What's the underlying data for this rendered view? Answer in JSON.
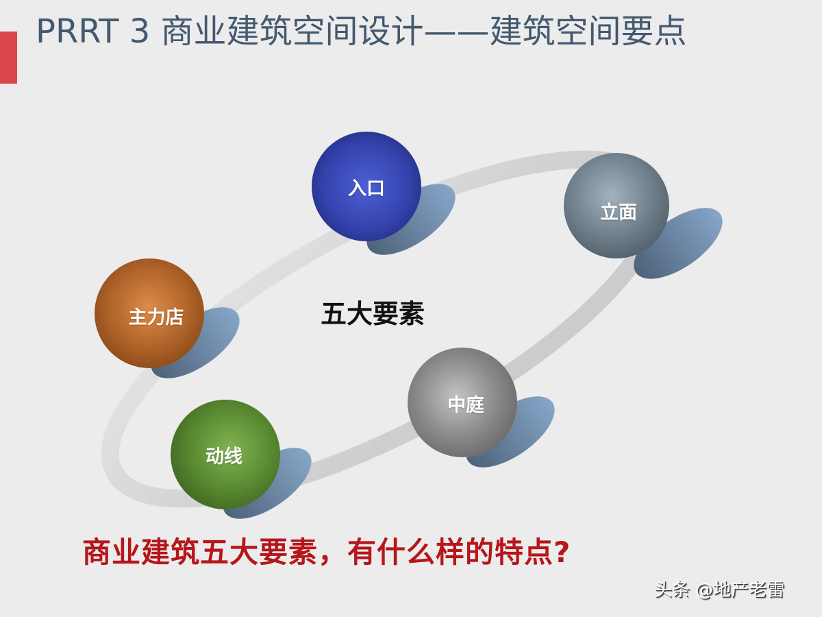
{
  "slide": {
    "title": "PRRT 3 商业建筑空间设计——建筑空间要点",
    "accent_color": "#d9474b",
    "title_color": "#44596f"
  },
  "diagram": {
    "center_label": "五大要素",
    "nodes": [
      {
        "id": "entrance",
        "label": "入口",
        "color": "#2f3d9e",
        "highlight": "#4a5bd0"
      },
      {
        "id": "facade",
        "label": "立面",
        "color": "#6a7a88",
        "highlight": "#9aabb8"
      },
      {
        "id": "anchor-store",
        "label": "主力店",
        "color": "#a35a22",
        "highlight": "#d88a48"
      },
      {
        "id": "circulation",
        "label": "动线",
        "color": "#4f7f2b",
        "highlight": "#7fb050"
      },
      {
        "id": "atrium",
        "label": "中庭",
        "color": "#7c7c7c",
        "highlight": "#bdbdbd"
      }
    ],
    "ring_color": "#d2d2d2",
    "shadow_color": "#6f8fb3"
  },
  "question": {
    "text": "商业建筑五大要素，有什么样的特点?",
    "color": "#b5161b"
  },
  "watermark": {
    "text": "头条 @地产老雷"
  }
}
